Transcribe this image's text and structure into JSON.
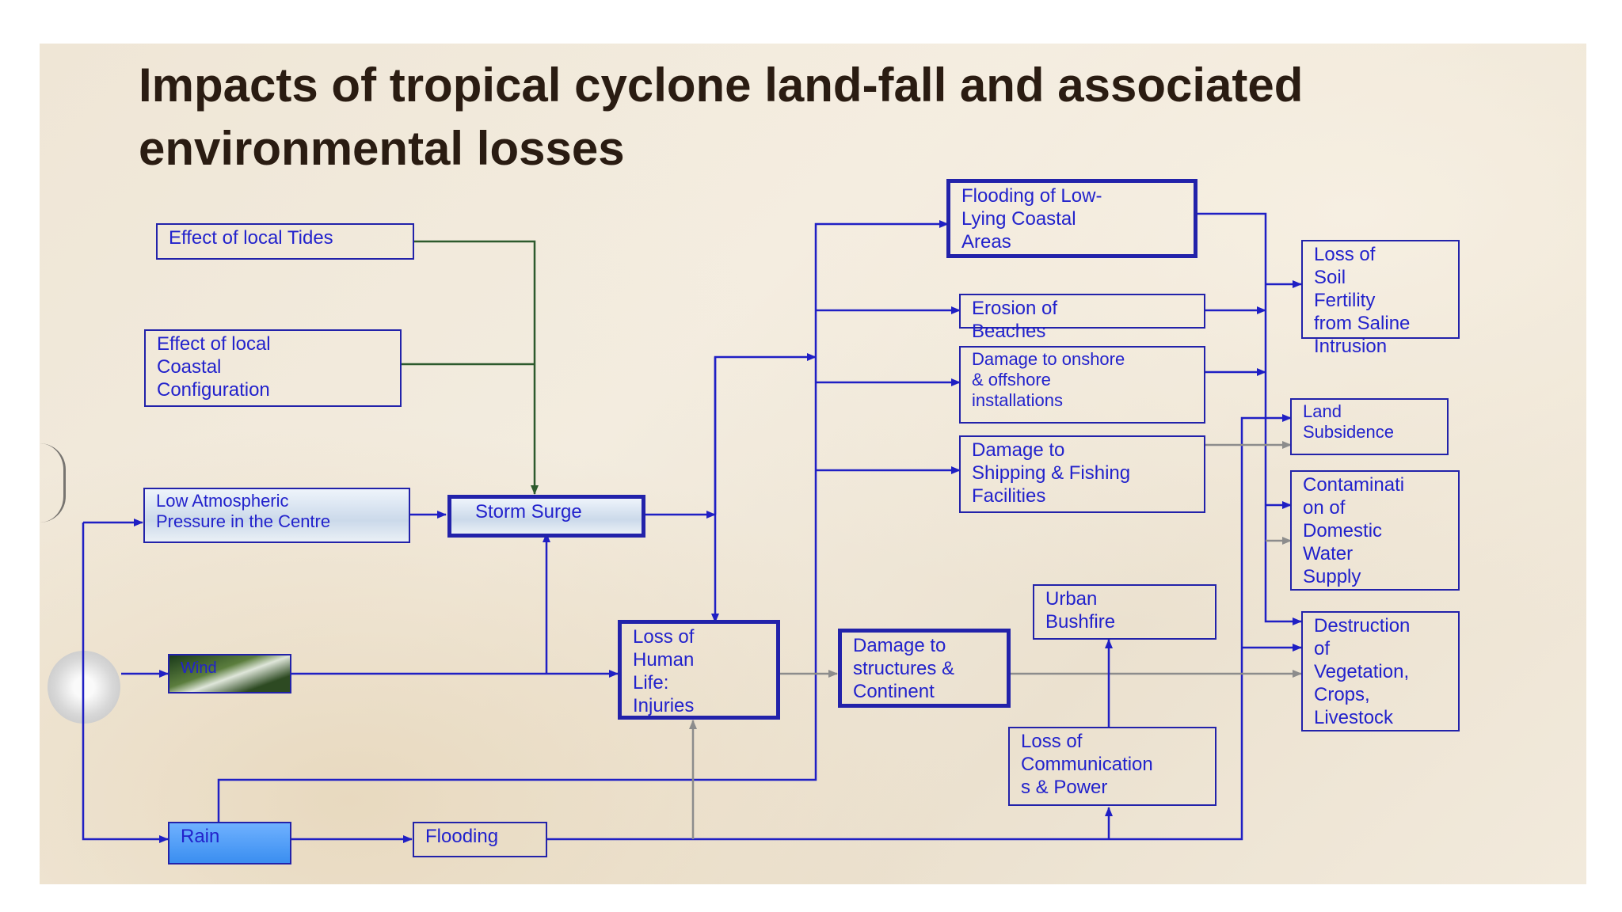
{
  "title": "Impacts of tropical cyclone land-fall and associated environmental losses",
  "nodes": {
    "tides": "Effect of local Tides",
    "coastal_config": "Effect of local\nCoastal\nConfiguration",
    "low_pressure": "Low Atmospheric\nPressure in the Centre",
    "storm_surge": "Storm Surge",
    "wind": "Wind",
    "rain": "Rain",
    "flooding": "Flooding",
    "loss_human_life": "Loss of\nHuman\nLife:\nInjuries",
    "damage_structures": "Damage to\nstructures &\nContinent",
    "urban_bushfire": "Urban\nBushfire",
    "loss_communications": "Loss of\nCommunication\ns & Power",
    "flooding_low_lying": "Flooding of Low-\nLying Coastal\nAreas",
    "erosion_beaches": "Erosion of\nBeaches",
    "damage_onshore": "Damage to onshore\n& offshore\ninstallations",
    "damage_shipping": "Damage to\nShipping & Fishing\nFacilities",
    "loss_soil": "Loss of\nSoil\nFertility\nfrom Saline\nIntrusion",
    "land_subsidence": "Land\nSubsidence",
    "contamination": "Contaminati\non of\nDomestic\nWater\nSupply",
    "destruction_vegetation": "Destruction\nof\nVegetation,\nCrops,\nLivestock"
  },
  "colors": {
    "arrow_blue": "#1f1fc4",
    "arrow_gray": "#8c8c8c",
    "arrow_green": "#2d5a2d",
    "box_text": "#2222cc",
    "title_text": "#2a1c12"
  }
}
